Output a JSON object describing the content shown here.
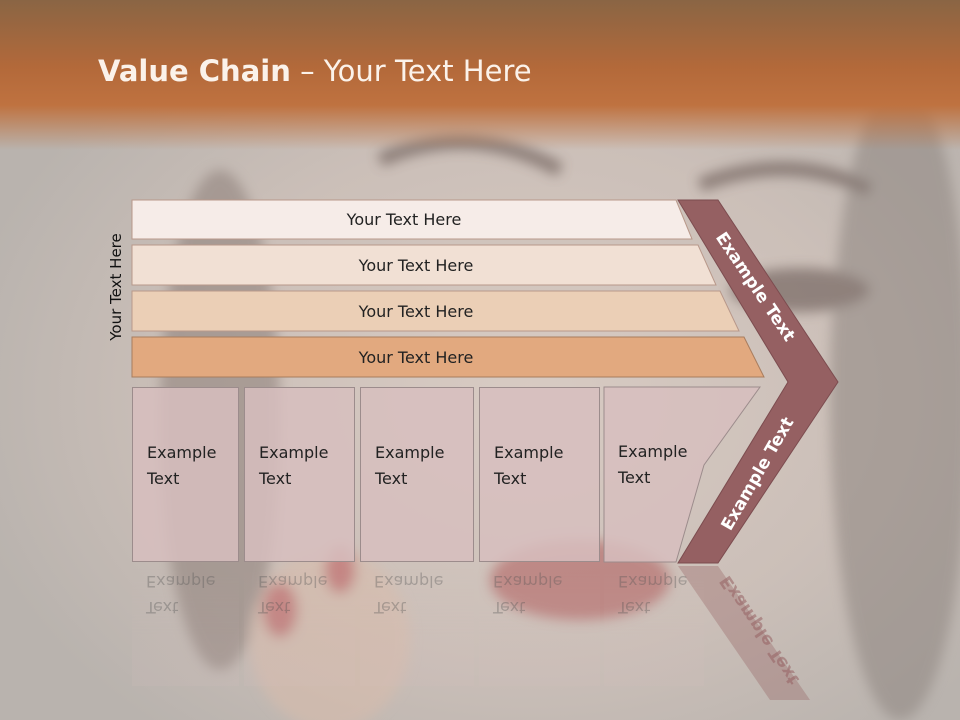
{
  "slide": {
    "title_bold": "Value Chain",
    "title_rest": " – Your Text Here",
    "side_label": "Your Text Here",
    "bars": [
      {
        "label": "Your Text Here"
      },
      {
        "label": "Your Text Here"
      },
      {
        "label": "Your Text Here"
      },
      {
        "label": "Your Text Here"
      }
    ],
    "columns": [
      {
        "line1": "Example",
        "line2": "Text"
      },
      {
        "line1": "Example",
        "line2": "Text"
      },
      {
        "line1": "Example",
        "line2": "Text"
      },
      {
        "line1": "Example",
        "line2": "Text"
      },
      {
        "line1": "Example",
        "line2": "Text"
      }
    ],
    "chevron_top": "Example Text",
    "chevron_bottom": "Example Text",
    "colors": {
      "bar1": "#f6ece8",
      "bar2": "#f1e0d4",
      "bar3": "#ebcfb6",
      "bar4": "#e2a97f",
      "chevron": "#956062"
    }
  }
}
